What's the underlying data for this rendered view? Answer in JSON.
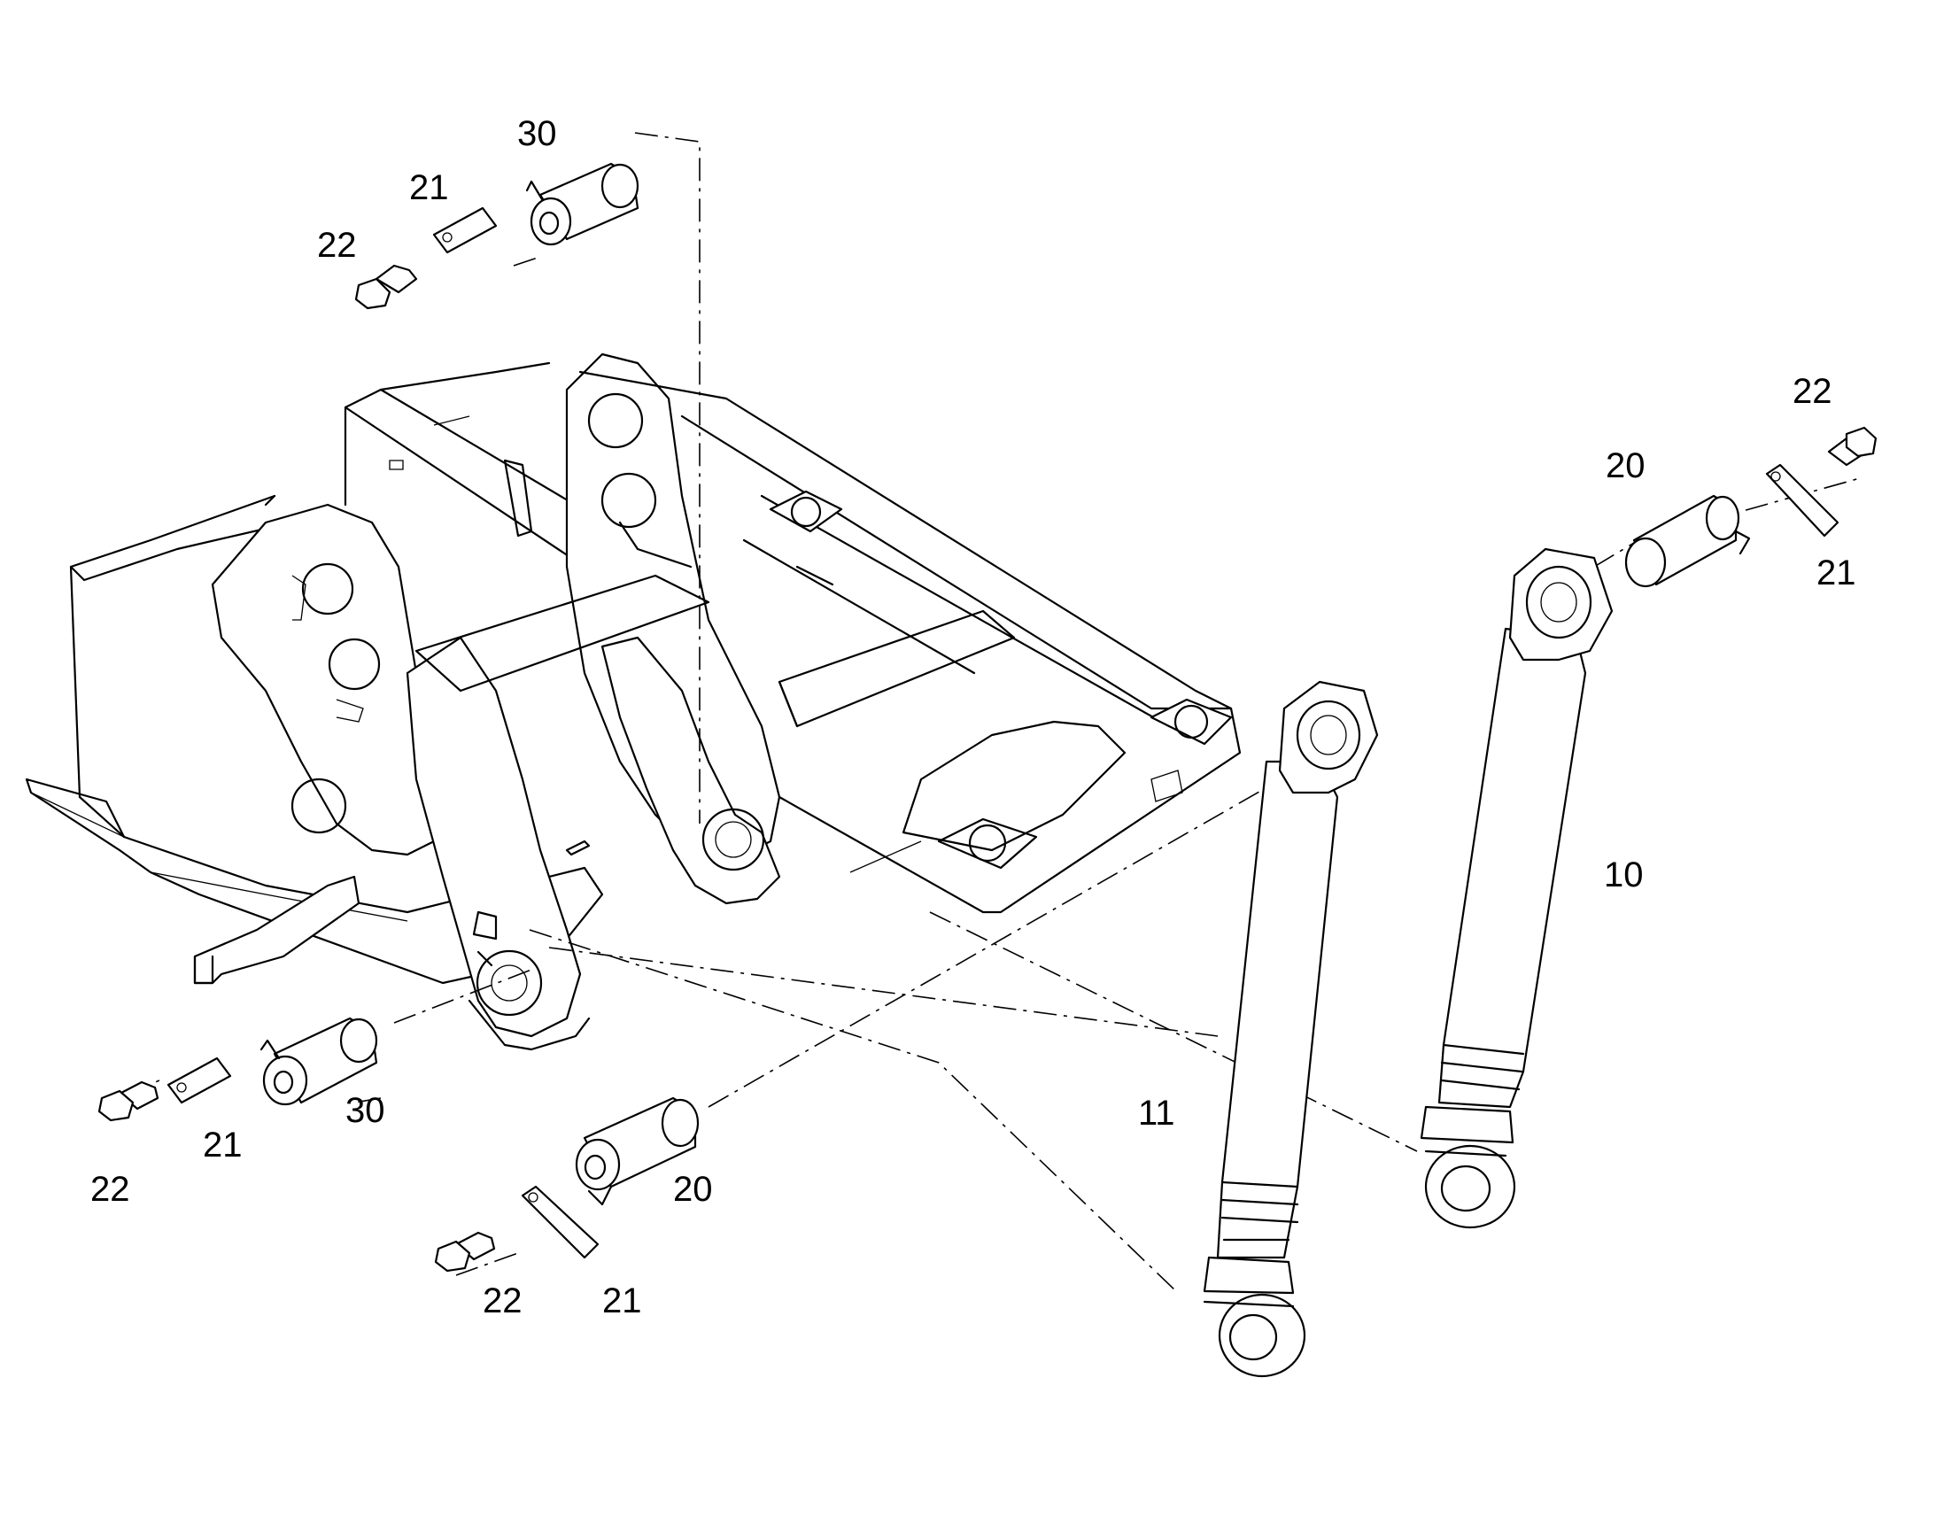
{
  "callouts": [
    {
      "id": "a",
      "label": "30"
    },
    {
      "id": "b",
      "label": "21"
    },
    {
      "id": "c",
      "label": "22"
    },
    {
      "id": "d",
      "label": "22"
    },
    {
      "id": "e",
      "label": "20"
    },
    {
      "id": "f",
      "label": "21"
    },
    {
      "id": "g",
      "label": "10"
    },
    {
      "id": "h",
      "label": "11"
    },
    {
      "id": "i",
      "label": "30"
    },
    {
      "id": "j",
      "label": "21"
    },
    {
      "id": "k",
      "label": "22"
    },
    {
      "id": "l",
      "label": "20"
    },
    {
      "id": "m",
      "label": "22"
    },
    {
      "id": "n",
      "label": "21"
    }
  ]
}
